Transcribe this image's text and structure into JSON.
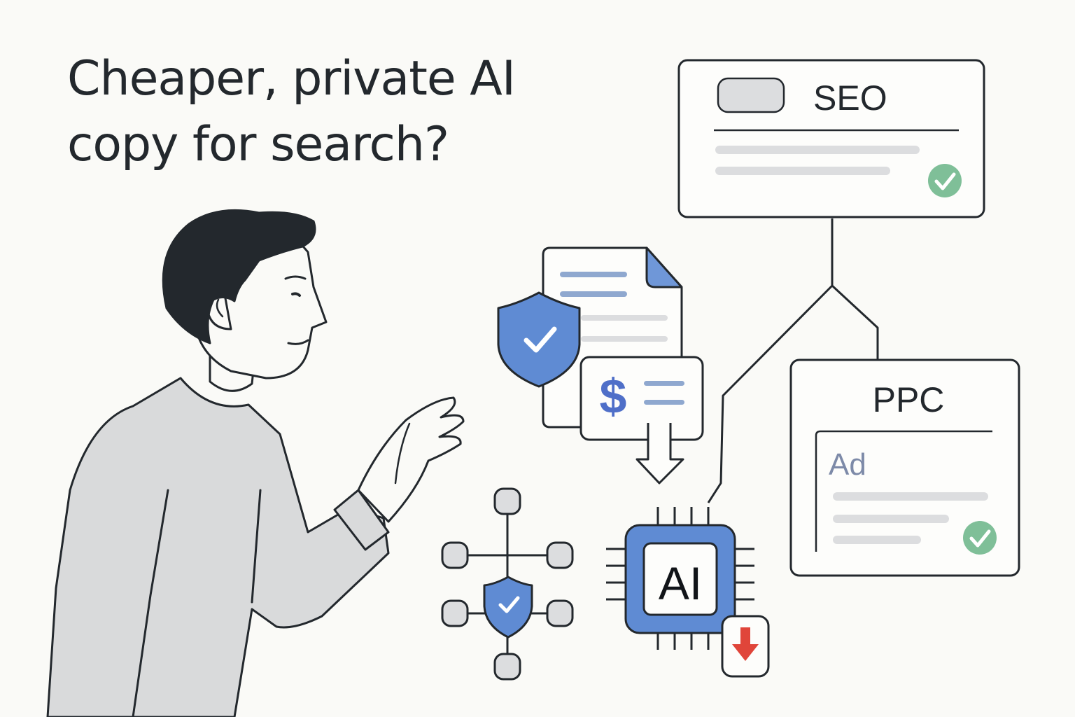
{
  "headline": {
    "line1": "Cheaper, private AI",
    "line2": "copy for search?"
  },
  "seo_card": {
    "title": "SEO",
    "status_icon": "check-circle-icon"
  },
  "ppc_card": {
    "title": "PPC",
    "ad_label": "Ad",
    "status_icon": "check-circle-icon"
  },
  "invoice": {
    "currency_symbol": "$"
  },
  "chip": {
    "label": "AI",
    "badge_icon": "down-arrow-icon"
  },
  "icons": [
    "shield-check-icon",
    "document-icon",
    "network-shield-icon",
    "down-arrow-icon",
    "check-circle-icon"
  ],
  "colors": {
    "accent_blue": "#5f8bd3",
    "check_green": "#7fbf98",
    "arrow_red": "#e0453a",
    "ink": "#23282d",
    "sweater": "#d9dadb"
  }
}
